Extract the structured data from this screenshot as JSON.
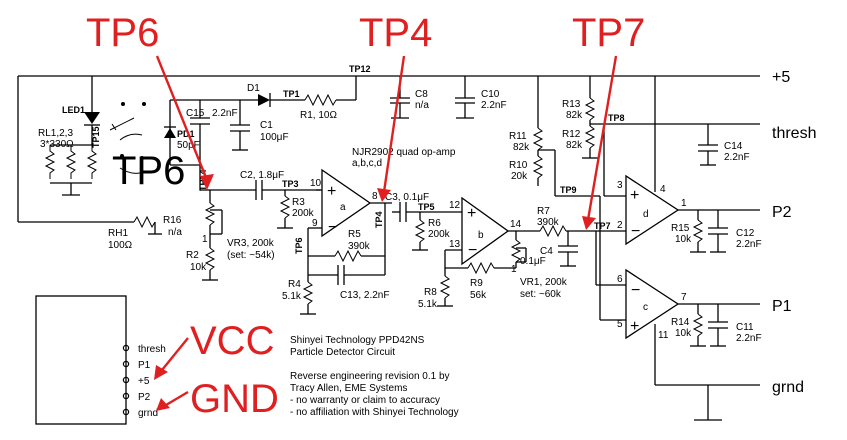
{
  "callouts": {
    "tp6_top": "TP6",
    "tp4": "TP4",
    "tp7": "TP7",
    "tp6_mid": "TP6",
    "vcc": "VCC",
    "gnd": "GND"
  },
  "nets": {
    "plus5": "+5",
    "thresh": "thresh",
    "p2": "P2",
    "p1": "P1",
    "grnd": "grnd"
  },
  "testpoints": {
    "tp12": "TP12",
    "tp1": "TP1",
    "tp15": "TP15",
    "tp14": "TP14",
    "tp3": "TP3",
    "tp6": "TP6",
    "tp4": "TP4",
    "tp5": "TP5",
    "tp9": "TP9",
    "tp7": "TP7",
    "tp8": "TP8"
  },
  "components": {
    "led1": "LED1",
    "rl": "RL1,2,3",
    "rl_val": "3*330Ω",
    "pd1": "PD1",
    "pd1_val": "50pF",
    "d1": "D1",
    "c15": "C15",
    "c15_val": "2.2nF",
    "c1": "C1",
    "c1_val": "100μF",
    "r1": "R1, 10Ω",
    "c8": "C8",
    "c8_val": "n/a",
    "c10": "C10",
    "c10_val": "2.2nF",
    "r13": "R13",
    "r13_val": "82k",
    "r12": "R12",
    "r12_val": "82k",
    "r11": "R11",
    "r11_val": "82k",
    "r10": "R10",
    "r10_val": "20k",
    "c14": "C14",
    "c14_val": "2.2nF",
    "opamp": "NJR2902 quad op-amp",
    "opamp_units": "a,b,c,d",
    "c2": "C2, 1.8μF",
    "r3": "R3",
    "r3_val": "200k",
    "r16": "R16",
    "r16_val": "n/a",
    "rh1": "RH1",
    "rh1_val": "100Ω",
    "vr3": "VR3, 200k",
    "vr3_set": "(set: ~54k)",
    "r2": "R2",
    "r2_val": "10k",
    "r5": "R5",
    "r5_val": "390k",
    "c3": "C3, 0.1μF",
    "r6": "R6",
    "r6_val": "200k",
    "r7": "R7",
    "r7_val": "390k",
    "c4": "C4",
    "c4_val": "0.1μF",
    "r4": "R4",
    "r4_val": "5.1k",
    "c13": "C13, 2.2nF",
    "r8": "R8",
    "r8_val": "5.1k",
    "r9": "R9",
    "r9_val": "56k",
    "vr1": "VR1, 200k",
    "vr1_set": "set: ~60k",
    "r15": "R15",
    "r15_val": "10k",
    "c12": "C12",
    "c12_val": "2.2nF",
    "r14": "R14",
    "r14_val": "10k",
    "c11": "C11",
    "c11_val": "2.2nF"
  },
  "opamp_labels": {
    "a": "a",
    "b": "b",
    "c": "c",
    "d": "d"
  },
  "pins": {
    "a_in_p": "10",
    "a_in_n": "9",
    "a_out": "8",
    "b_in_p": "12",
    "b_in_n": "13",
    "b_out": "14",
    "d_in_p": "3",
    "d_in_n": "2",
    "d_out": "1",
    "d_vcc": "4",
    "c_in_p": "6",
    "c_in_n": "5",
    "c_out": "7",
    "c_gnd": "11",
    "vr3_pin": "1",
    "vr1_pin": "1"
  },
  "connector_pins": [
    "thresh",
    "P1",
    "+5",
    "P2",
    "grnd"
  ],
  "title_block": {
    "line1": "Shinyei Technology   PPD42NS",
    "line2": "Particle Detector Circuit",
    "line3": "Reverse engineering revision 0.1 by",
    "line4": "Tracy Allen, EME Systems",
    "line5": "- no warranty or claim to accuracy",
    "line6": "- no affiliation with Shinyei Technology"
  }
}
